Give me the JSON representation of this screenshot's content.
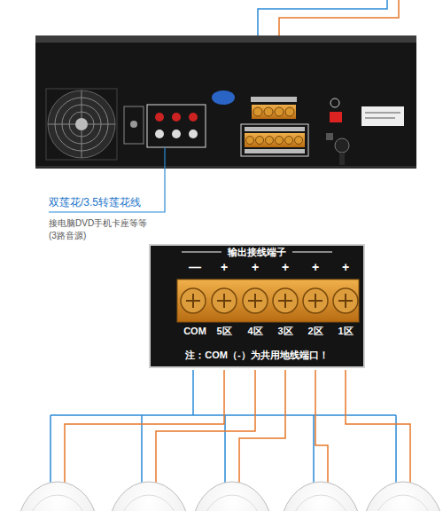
{
  "diagram": {
    "nodes": [
      {
        "text": [
          "输出接线端子",
          "注：COM（-）为共用地线端口！"
        ]
      }
    ],
    "labels": [
      "双莲花/3.5转莲花线",
      "接电脑DVD手机卡座等等",
      "(3路音源)",
      "—",
      "+",
      "+",
      "+",
      "+",
      "+",
      "COM",
      "5区",
      "4区",
      "3区",
      "2区",
      "1区"
    ]
  }
}
